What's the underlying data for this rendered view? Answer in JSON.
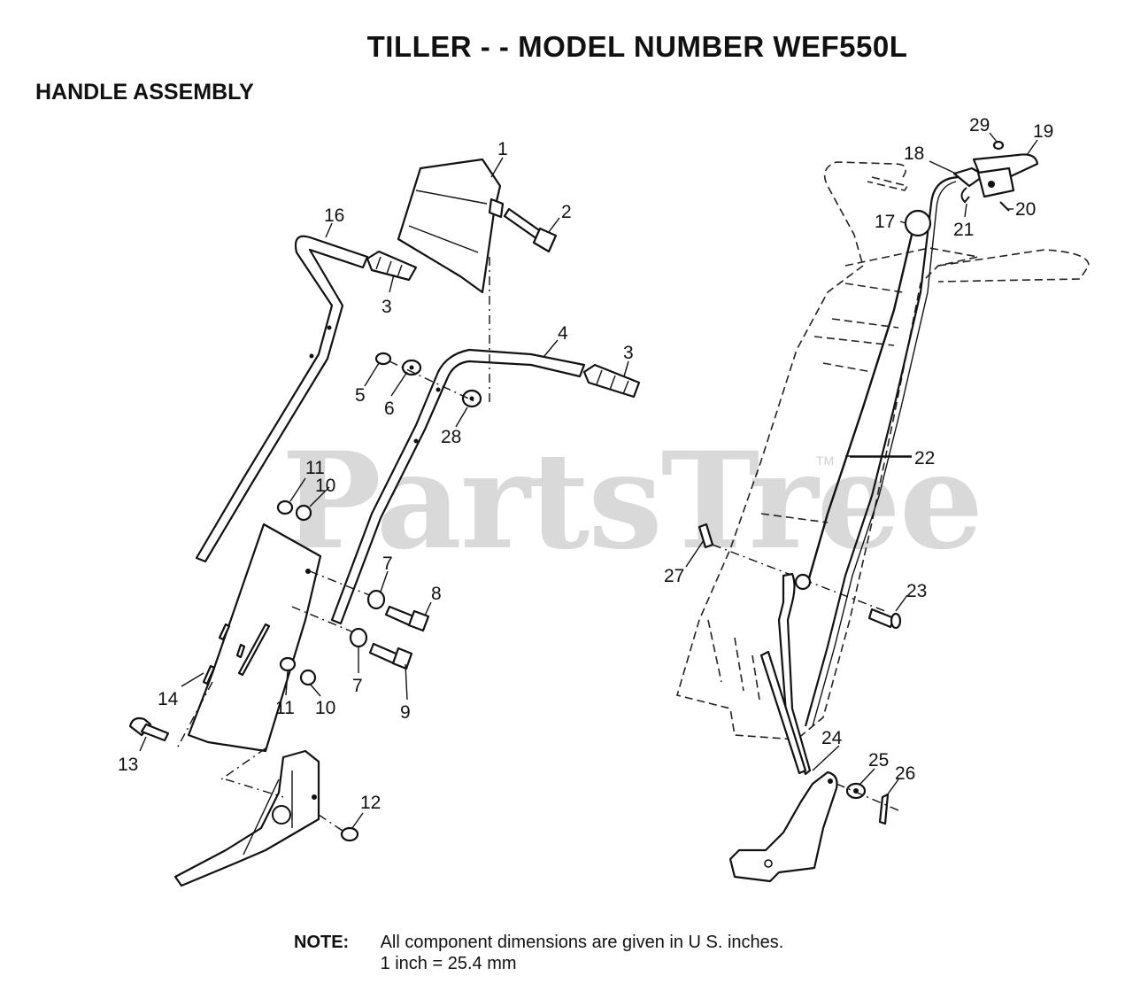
{
  "header": {
    "title": "TILLER - - MODEL NUMBER WEF550L",
    "subtitle": "HANDLE ASSEMBLY"
  },
  "watermark": {
    "text": "PartsTree",
    "tm": "TM"
  },
  "callouts": [
    "1",
    "2",
    "3",
    "16",
    "3",
    "4",
    "5",
    "6",
    "28",
    "11",
    "10",
    "7",
    "8",
    "7",
    "9",
    "14",
    "11",
    "10",
    "13",
    "12",
    "18",
    "29",
    "19",
    "17",
    "21",
    "20",
    "22",
    "27",
    "23",
    "24",
    "25",
    "26"
  ],
  "note": {
    "label": "NOTE:",
    "line1": "All component dimensions are given in U S. inches.",
    "line2": "1 inch = 25.4 mm"
  }
}
